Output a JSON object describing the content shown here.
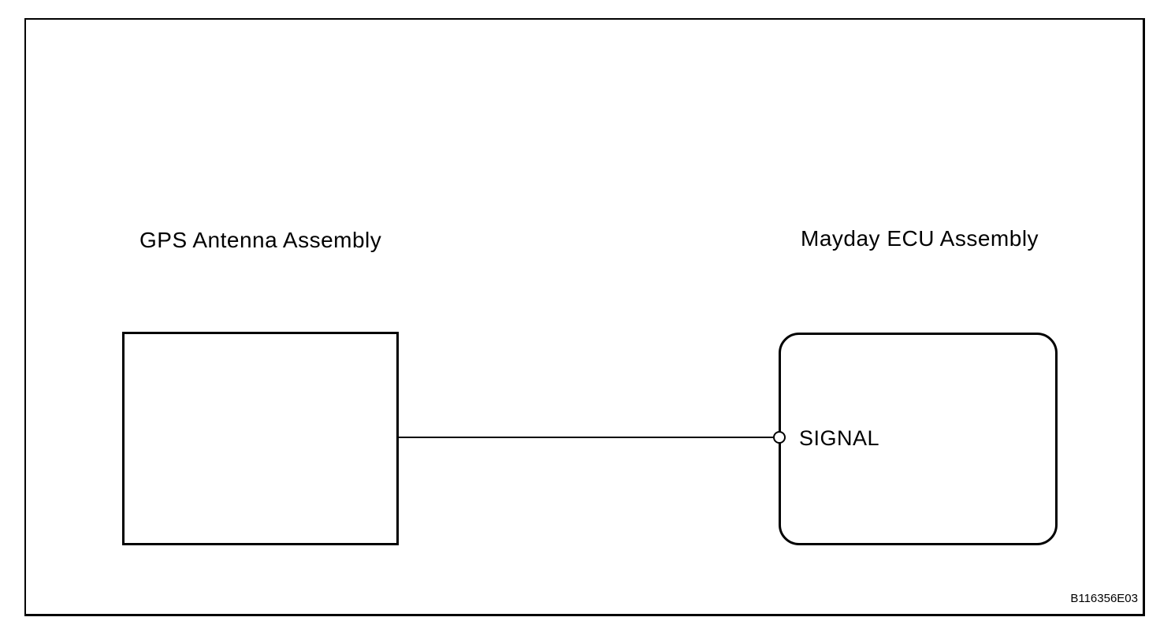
{
  "diagram": {
    "left_component": {
      "label": "GPS Antenna Assembly",
      "shape": "rectangle"
    },
    "right_component": {
      "label": "Mayday ECU Assembly",
      "shape": "rounded-rectangle",
      "pin_label": "SIGNAL"
    },
    "connection": {
      "from": "GPS Antenna Assembly",
      "to": "Mayday ECU Assembly SIGNAL terminal",
      "style": "single-wire-with-open-circle-terminal"
    },
    "figure_code": "B116356E03",
    "colors": {
      "line": "#000000",
      "background": "#ffffff",
      "text": "#000000"
    }
  }
}
